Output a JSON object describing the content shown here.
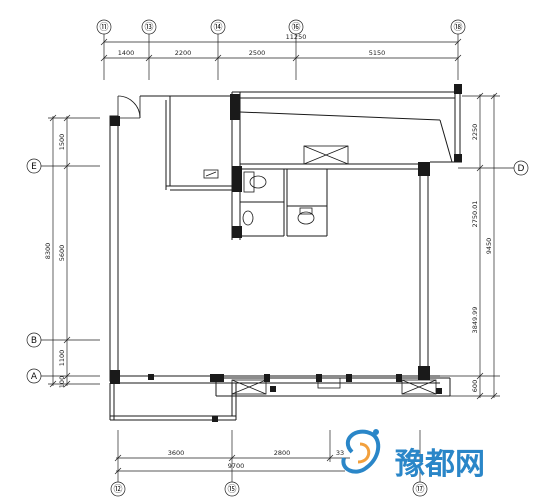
{
  "top_axes": [
    "⑪",
    "⑬",
    "⑭",
    "⑯",
    "⑱"
  ],
  "top_total": "11250",
  "top_dims": [
    "1400",
    "2200",
    "2500",
    "5150"
  ],
  "left_axes": [
    "E",
    "B",
    "A"
  ],
  "left_dims": [
    "1500",
    "8300",
    "5600",
    "1100",
    "100"
  ],
  "right_axis": "D",
  "right_dims": [
    "2250",
    "2750.01",
    "9450",
    "3849.99",
    "600"
  ],
  "bottom_axes": [
    "⑫",
    "⑮",
    "⑰"
  ],
  "bottom_dims": [
    "3600",
    "2800",
    "33"
  ],
  "bottom_total": "9700",
  "brand": "豫都网",
  "colors": {
    "line": "#222222",
    "wall": "#1a1a1a",
    "brand": "#2a86c8"
  }
}
